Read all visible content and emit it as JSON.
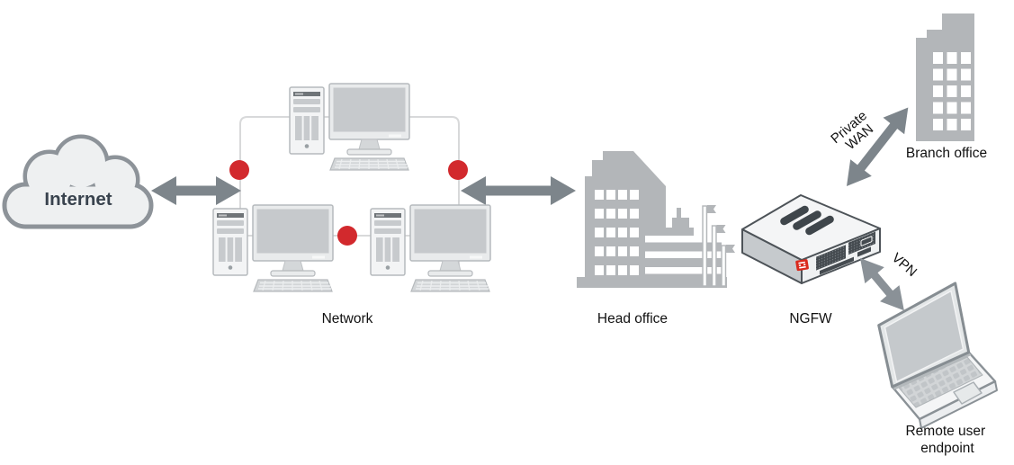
{
  "diagram": {
    "type": "network-topology",
    "nodes": {
      "internet": {
        "label": "Internet"
      },
      "network": {
        "label": "Network"
      },
      "head_office": {
        "label": "Head office"
      },
      "ngfw": {
        "label": "NGFW"
      },
      "branch_office": {
        "label": "Branch office"
      },
      "remote_user": {
        "label_line1": "Remote user",
        "label_line2": "endpoint"
      }
    },
    "links": {
      "internet_to_network": {
        "style": "double-arrow"
      },
      "network_to_head_office": {
        "style": "double-arrow"
      },
      "private_wan": {
        "label_line1": "Private",
        "label_line2": "WAN"
      },
      "vpn": {
        "label": "VPN"
      }
    },
    "colors": {
      "arrow_gray": "#7d858b",
      "node_gray": "#b3b6b9",
      "line_gray": "#d8d9da",
      "red_dot": "#d2292d",
      "logo_red": "#da291c",
      "label_text": "#111111",
      "internet_text": "#39434e"
    }
  }
}
